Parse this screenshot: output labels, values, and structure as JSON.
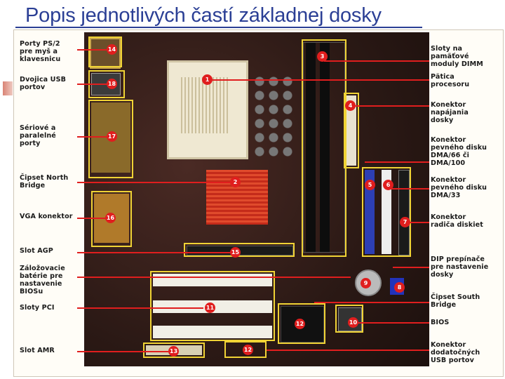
{
  "slide": {
    "title": "Popis jednotlivých častí základnej dosky"
  },
  "labels_left": [
    {
      "text": "Porty PS/2\npre myš a\nklavesnicu",
      "num": "14"
    },
    {
      "text": "Dvojica USB\nportov",
      "num": "18"
    },
    {
      "text": "Sériové a\nparalelné\nporty",
      "num": "17"
    },
    {
      "text": "Čipset North\nBridge",
      "num": "2"
    },
    {
      "text": "VGA konektor",
      "num": "16"
    },
    {
      "text": "Slot AGP",
      "num": "15"
    },
    {
      "text": "Záložovacie\nbatérie pre\nnastavenie\nBIOSu",
      "num": "9"
    },
    {
      "text": "Sloty PCI",
      "num": "11"
    },
    {
      "text": "Slot AMR",
      "num": "13"
    }
  ],
  "labels_right": [
    {
      "text": "Sloty na\npamäťové\nmoduly DIMM",
      "num": "3"
    },
    {
      "text": "Pätica\nprocesoru",
      "num": "1"
    },
    {
      "text": "Konektor\nnapájania\ndosky",
      "num": "4"
    },
    {
      "text": "Konektor\npevného disku\nDMA/66 či\nDMA/100",
      "num": "5"
    },
    {
      "text": "Konektor\npevného disku\nDMA/33",
      "num": "6"
    },
    {
      "text": "Konektor\nradiča diskiet",
      "num": "7"
    },
    {
      "text": "DIP prepínače\npre nastavenie\ndosky",
      "num": "8"
    },
    {
      "text": "Čipset South\nBridge",
      "num": "12"
    },
    {
      "text": "BIOS",
      "num": "10"
    },
    {
      "text": "Konektor\ndodatočných\nUSB portov",
      "num": "12"
    }
  ]
}
